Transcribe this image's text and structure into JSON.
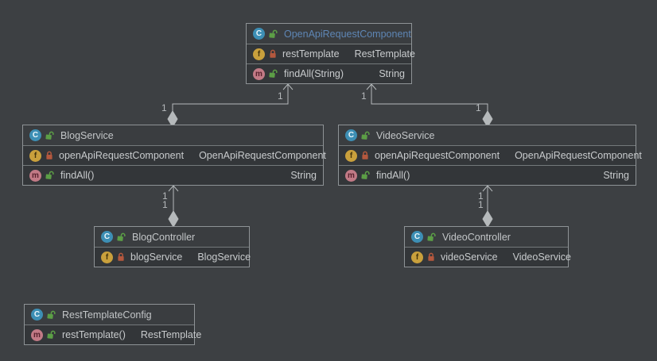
{
  "diagram": {
    "tool": "UML class diagram",
    "background_color": "#3D4043",
    "node_background_color": "#333639",
    "node_title_background_color": "#3A3D40",
    "node_border_color": "#8E9396",
    "edge_color": "#B5B9BB",
    "title_color": "#C2C5C7",
    "selected_title_color": "#5E86B5",
    "member_text_color": "#C8CBCD",
    "class_icon_color": "#3D8FB5",
    "field_icon_color": "#C9A03C",
    "method_icon_color": "#C27A86",
    "public_lock_color": "#5C9E46",
    "private_lock_color": "#B4583E"
  },
  "icons": {
    "class_letter": "C",
    "field_letter": "f",
    "method_letter": "m"
  },
  "classes": [
    {
      "title": "OpenApiRequestComponent",
      "selected": true,
      "members": [
        {
          "kind": "field",
          "visibility": "private",
          "name": "restTemplate",
          "type": "RestTemplate"
        },
        {
          "kind": "method",
          "visibility": "public",
          "name": "findAll(String)",
          "type": "String"
        }
      ]
    },
    {
      "title": "BlogService",
      "selected": false,
      "members": [
        {
          "kind": "field",
          "visibility": "private",
          "name": "openApiRequestComponent",
          "type": "OpenApiRequestComponent"
        },
        {
          "kind": "method",
          "visibility": "public",
          "name": "findAll()",
          "type": "String"
        }
      ]
    },
    {
      "title": "VideoService",
      "selected": false,
      "members": [
        {
          "kind": "field",
          "visibility": "private",
          "name": "openApiRequestComponent",
          "type": "OpenApiRequestComponent"
        },
        {
          "kind": "method",
          "visibility": "public",
          "name": "findAll()",
          "type": "String"
        }
      ]
    },
    {
      "title": "BlogController",
      "selected": false,
      "members": [
        {
          "kind": "field",
          "visibility": "private",
          "name": "blogService",
          "type": "BlogService"
        }
      ]
    },
    {
      "title": "VideoController",
      "selected": false,
      "members": [
        {
          "kind": "field",
          "visibility": "private",
          "name": "videoService",
          "type": "VideoService"
        }
      ]
    },
    {
      "title": "RestTemplateConfig",
      "selected": false,
      "members": [
        {
          "kind": "method",
          "visibility": "public",
          "name": "restTemplate()",
          "type": "RestTemplate"
        }
      ]
    }
  ],
  "connectors": [
    {
      "from": "BlogService",
      "to": "OpenApiRequestComponent",
      "type": "aggregation",
      "source_label": "1",
      "target_label": "1"
    },
    {
      "from": "VideoService",
      "to": "OpenApiRequestComponent",
      "type": "aggregation",
      "source_label": "1",
      "target_label": "1"
    },
    {
      "from": "BlogController",
      "to": "BlogService",
      "type": "aggregation",
      "source_label": "1",
      "target_label": "1"
    },
    {
      "from": "VideoController",
      "to": "VideoService",
      "type": "aggregation",
      "source_label": "1",
      "target_label": "1"
    }
  ]
}
